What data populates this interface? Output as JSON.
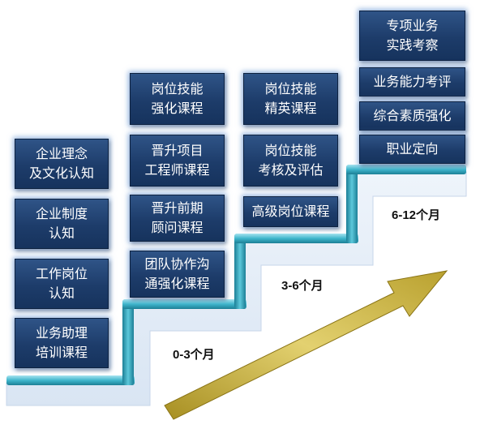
{
  "stages": [
    {
      "period": "0-3个月",
      "courses": [
        "企业理念\n及文化认知",
        "企业制度\n认知",
        "工作岗位\n认知",
        "业务助理\n培训课程"
      ]
    },
    {
      "period": "",
      "courses": [
        "岗位技能\n强化课程",
        "晋升项目\n工程师课程",
        "晋升前期\n顾问课程",
        "团队协作沟\n通强化课程"
      ]
    },
    {
      "period": "3-6个月",
      "courses": [
        "岗位技能\n精英课程",
        "岗位技能\n考核及评估",
        "高级岗位课程"
      ]
    },
    {
      "period": "6-12个月",
      "courses": [
        "专项业务\n实践考察",
        "业务能力考评",
        "综合素质强化",
        "职业定向"
      ]
    }
  ],
  "colors": {
    "box_fill": "#1d3c6a",
    "box_glow": "#78a0d7",
    "step_cyan": "#3fb6cc",
    "step_face": "#e8f0fa",
    "arrow_fill": "#c9b340"
  }
}
